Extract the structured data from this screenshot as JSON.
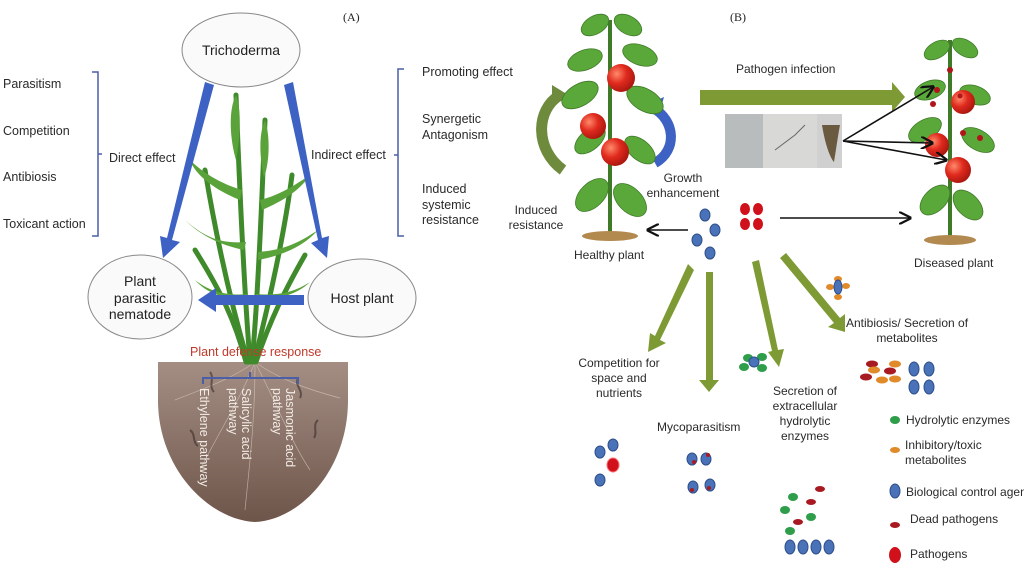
{
  "panel_a": {
    "tag": "(A)",
    "trichoderma": "Trichoderma",
    "direct_effects": [
      "Parasitism",
      "Competition",
      "Antibiosis",
      "Toxicant action"
    ],
    "direct_effect_label": "Direct effect",
    "indirect_effect_label": "Indirect effect",
    "indirect_effects": [
      "Promoting effect",
      "Synergetic Antagonism",
      "Induced systemic resistance"
    ],
    "nematode": "Plant parasitic nematode",
    "host_plant": "Host plant",
    "defense_response": "Plant defense response",
    "pathways": [
      "Ethylene pathway",
      "Salicylic acid pathway",
      "Jasmonic acid pathway"
    ]
  },
  "panel_b": {
    "tag": "(B)",
    "pathogen_infection": "Pathogen infection",
    "induced_resistance": "Induced resistance",
    "growth_enhancement": "Growth enhancement",
    "healthy_plant": "Healthy plant",
    "diseased_plant": "Diseased plant",
    "mechanisms": [
      "Competition for space and nutrients",
      "Mycoparasitism",
      "Secretion of extracellular hydrolytic enzymes",
      "Antibiosis/ Secretion of metabolites"
    ],
    "legend": [
      {
        "label": "Hydrolytic enzymes",
        "color": "#2e9e4a"
      },
      {
        "label": "Inhibitory/toxic metabolites",
        "color": "#e08a2a"
      },
      {
        "label": "Biological control agents",
        "color": "#4a72b8"
      },
      {
        "label": "Dead pathogens",
        "color": "#a81a22"
      },
      {
        "label": "Pathogens",
        "color": "#d0101a"
      }
    ]
  },
  "colors": {
    "blue_arrow": "#3d62c4",
    "olive_arrow": "#7e9a35",
    "soil": "#8a6f62",
    "tomato": "#d8281e",
    "leaf": "#4a9a30",
    "bracket": "#4a5fa8"
  }
}
